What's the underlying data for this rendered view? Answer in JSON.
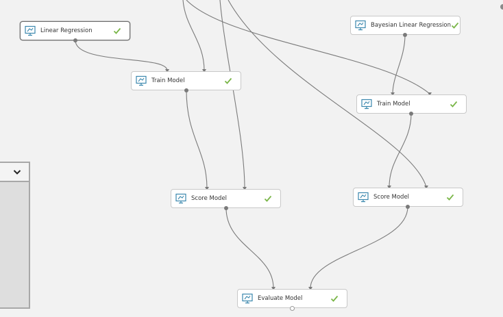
{
  "canvas": {
    "nodes": [
      {
        "id": "linear-regression",
        "label": "Linear Regression",
        "status": "completed",
        "icon": "module-icon"
      },
      {
        "id": "train-model-1",
        "label": "Train Model",
        "status": "completed",
        "icon": "module-icon"
      },
      {
        "id": "bayesian-linear-regression",
        "label": "Bayesian Linear Regression",
        "status": "completed",
        "icon": "module-icon"
      },
      {
        "id": "train-model-2",
        "label": "Train Model",
        "status": "completed",
        "icon": "module-icon"
      },
      {
        "id": "score-model-1",
        "label": "Score Model",
        "status": "completed",
        "icon": "module-icon"
      },
      {
        "id": "score-model-2",
        "label": "Score Model",
        "status": "completed",
        "icon": "module-icon"
      },
      {
        "id": "evaluate-model",
        "label": "Evaluate Model",
        "status": "completed",
        "icon": "module-icon"
      }
    ],
    "edges": [
      {
        "from": "linear-regression",
        "to": "train-model-1"
      },
      {
        "from": "bayesian-linear-regression",
        "to": "train-model-2"
      },
      {
        "from": "train-model-1",
        "to": "score-model-1"
      },
      {
        "from": "train-model-2",
        "to": "score-model-2"
      },
      {
        "from": "score-model-1",
        "to": "evaluate-model"
      },
      {
        "from": "score-model-2",
        "to": "evaluate-model"
      }
    ]
  },
  "side_panel": {
    "toggle_icon": "chevron-down-icon"
  },
  "colors": {
    "canvas_bg": "#f2f2f2",
    "edge": "#7a7a7a",
    "check": "#7ab648",
    "icon": "#3a87ad",
    "node_border": "#c8c8c8"
  }
}
